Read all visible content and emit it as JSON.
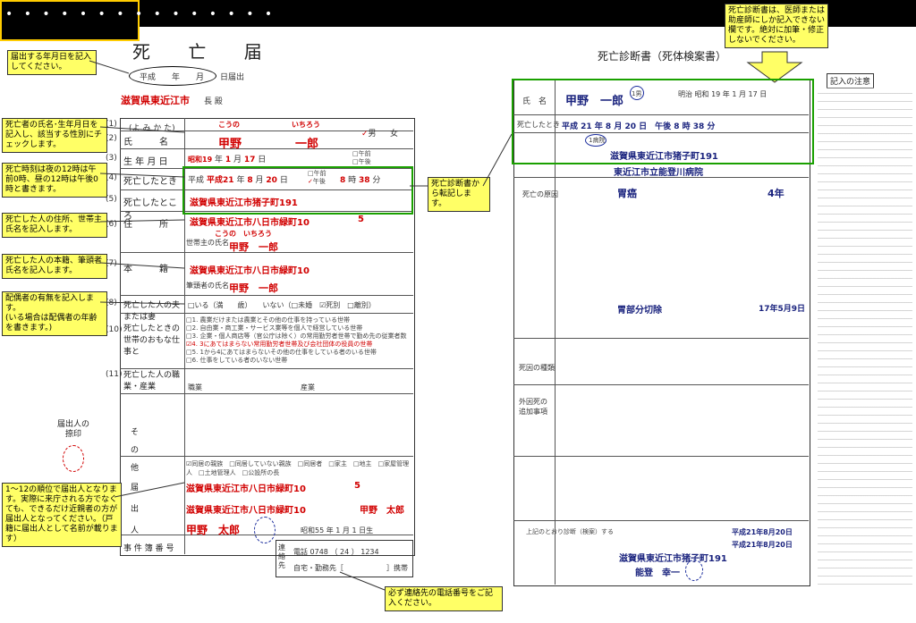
{
  "header": {
    "dots": "• • • • • • • • • • • • • • •"
  },
  "left_form": {
    "title": "死 亡 届",
    "date_label": "平成　　年　　月　　日届出",
    "addressee": "滋賀県東近江市",
    "addressee_suffix": "長 殿",
    "rows": [
      {
        "num": "(1)",
        "label": "(よ み か た)"
      },
      {
        "num": "(2)",
        "label": "氏　　　名"
      },
      {
        "num": "(3)",
        "label": "生 年 月 日"
      },
      {
        "num": "(4)",
        "label": "死亡したとき"
      },
      {
        "num": "(5)",
        "label": "死亡したところ"
      },
      {
        "num": "(6)",
        "label": "住　　　所"
      },
      {
        "num": "(7)",
        "label": "本　　　籍"
      },
      {
        "num": "(8)",
        "label": "死亡した人の夫または妻"
      },
      {
        "num": "(10)",
        "label": "死亡したときの世帯のおもな仕事と"
      },
      {
        "num": "(11)",
        "label": "死亡した人の職業・産業"
      },
      {
        "num": "",
        "label": "そ の 他"
      },
      {
        "num": "",
        "label": "届 出 人"
      },
      {
        "num": "",
        "label": "事 件 簿 番 号"
      }
    ],
    "furigana_sei": "こうの",
    "furigana_mei": "いちろう",
    "name_sei": "甲野",
    "name_mei": "一郎",
    "sex": "男",
    "sex_other": "女",
    "birth_era": "昭和19",
    "birth_y": "年",
    "birth_m": "1",
    "birth_d": "17",
    "death_era": "平成21",
    "death_m": "8",
    "death_d": "20",
    "death_ampm": "午後",
    "death_h": "8",
    "death_min": "38",
    "death_place": "滋賀県東近江市猪子町191",
    "address": "滋賀県東近江市八日市緑町10",
    "address_banchi": "5",
    "address_furigana": "こうの　いちろう",
    "householder_label": "世帯主の氏名",
    "householder": "甲野　一郎",
    "honseki": "滋賀県東近江市八日市緑町10",
    "hittousha_label": "筆頭者の氏名",
    "hittousha": "甲野　一郎",
    "spouse_options": "□いる（満　　歳）　　いない（□未婚　☑死別　□離別）",
    "work_items": [
      "□1. 農業だけまたは農業とその他の仕事を持っている世帯",
      "□2. 自由業・商工業・サービス業等を個人で経営している世帯",
      "□3. 企業・個人商店等（官公庁は除く）の常用勤労者世帯で勤め先の従業者数",
      "☑4. 3にあてはまらない常用勤労者世帯及び会社団体の役員の世帯",
      "□5. 1から4にあてはまらないその他の仕事をしている者のいる世帯",
      "□6. 仕事をしている者のいない世帯"
    ],
    "occupation_label": "職業",
    "industry_label": "産業",
    "reporter_options": "☑同居の親族　□同居していない親族　□同居者　□家主　□地主　□家屋管理人　□土地管理人　□公設所の長",
    "reporter_address": "滋賀県東近江市八日市緑町10",
    "reporter_banchi": "5",
    "reporter_honseki": "滋賀県東近江市八日市緑町10",
    "reporter_hittousha": "甲野　太郎",
    "reporter_name": "甲野　太郎",
    "reporter_birth": "昭和55 年 1 月 1 日生",
    "contact_label": "連絡先",
    "contact_phone": "電話 0748 （ 24 ） 1234",
    "contact_work": "自宅・勤務先［　　　　　　］携帯"
  },
  "notes": {
    "date_note": "届出する年月日を記入してください。",
    "name_note": "死亡者の氏名･生年月日を記入し、該当する性別にチェックします。",
    "time_note": "死亡時刻は夜の12時は午前0時、昼の12時は午後0時と書きます。",
    "address_note": "死亡した人の住所、世帯主氏名を記入します。",
    "honseki_note": "死亡した人の本籍、筆頭者氏名を記入します。",
    "spouse_note": "配偶者の有無を記入します。\n(いる場合は配偶者の年齢を書きます。)",
    "seal_note": "届出人の捺印",
    "reporter_note": "1～12の順位で届出人となります。実際に来庁される方でなくても、できるだけ近親者の方が届出人となってください。（戸籍に届出人として名前が載ります）",
    "transfer_note": "死亡診断書から転記します。",
    "doctor_note": "死亡診断書は、医師または助産師にしか記入できない欄です。絶対に加筆・修正しないでください。",
    "phone_note": "必ず連絡先の電話番号をご記入ください。"
  },
  "right_form": {
    "title": "死亡診断書（死体検案書）",
    "name_label": "氏　名",
    "name": "甲野　一郎",
    "sex": "1男",
    "birth": "明治 昭和 19 年 1 月 17 日",
    "death_label": "死亡したとき",
    "death": "平成 21 年 8 月 20 日　午後 8 時 38 分",
    "place_type": "1病院",
    "place_address": "滋賀県東近江市猪子町191",
    "place_name": "東近江市立能登川病院",
    "cause_label": "死亡の原因",
    "cause_a": "胃癌",
    "cause_period": "4年",
    "surgery": "胃部分切除",
    "surgery_date": "17年5月9日",
    "death_kind_label": "死因の種類",
    "place_kind_label": "外因死の追加事項",
    "reg_label": "上記のとおり診断（検案）する",
    "diag_date": "平成21年8月20日",
    "issue_date": "平成21年8月20日",
    "hospital": "滋賀県東近江市猪子町191",
    "doctor": "能登　幸一",
    "notes_title": "記入の注意"
  }
}
